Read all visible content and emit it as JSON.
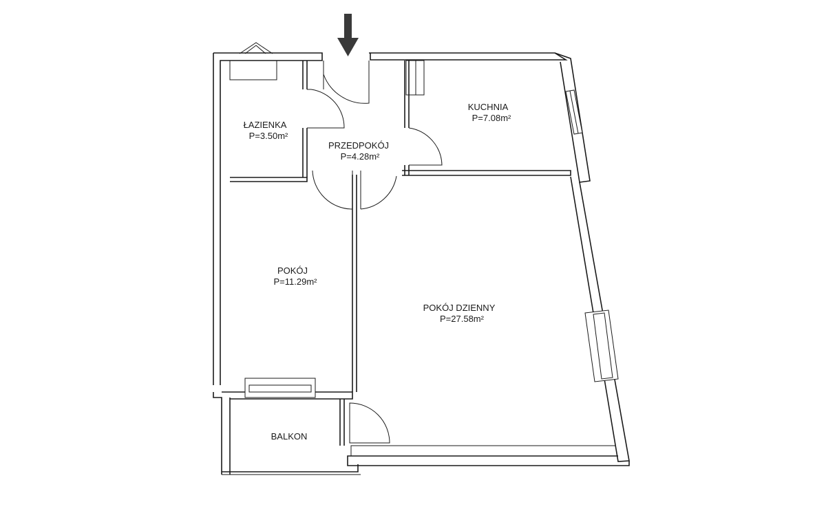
{
  "rooms": [
    {
      "id": "bathroom",
      "name": "ŁAZIENKA",
      "area": "P=3.50m²"
    },
    {
      "id": "hallway",
      "name": "PRZEDPOKÓJ",
      "area": "P=4.28m²"
    },
    {
      "id": "kitchen",
      "name": "KUCHNIA",
      "area": "P=7.08m²"
    },
    {
      "id": "room",
      "name": "POKÓJ",
      "area": "P=11.29m²"
    },
    {
      "id": "living-room",
      "name": "POKÓJ DZIENNY",
      "area": "P=27.58m²"
    },
    {
      "id": "balcony",
      "name": "BALKON"
    }
  ],
  "colors": {
    "line": "#1a1a1a",
    "arrow": "#3a3a3a",
    "background": "#ffffff"
  },
  "icons": {
    "entrance": "entrance-arrow-icon"
  }
}
